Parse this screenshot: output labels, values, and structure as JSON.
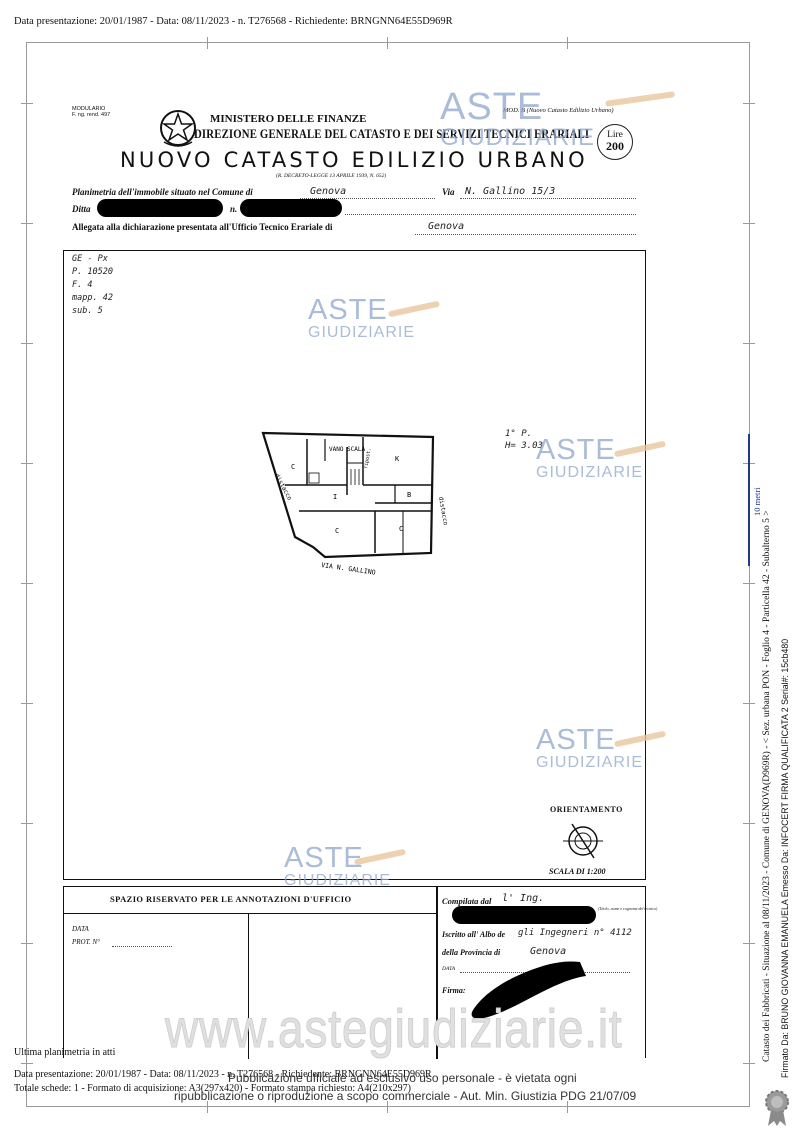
{
  "header": {
    "line": "Data presentazione: 20/01/1987 - Data: 08/11/2023 - n. T276568 - Richiedente: BRNGNN64E55D969R"
  },
  "form": {
    "modulario_l1": "MODULARIO",
    "modulario_l2": "F. ng. rend. 497",
    "ministry": "MINISTERO DELLE FINANZE",
    "direzione": "DIREZIONE GENERALE DEL CATASTO E DEI SERVIZI TECNICI ERARIALI",
    "title": "NUOVO CATASTO EDILIZIO URBANO",
    "decreto": "(R. DECRETO-LEGGE 13 APRILE 1939, N. 652)",
    "mod_b": "MOD. B (Nuovo Catasto Edilizio Urbano)",
    "lire_label": "Lire",
    "lire_value": "200",
    "planimetria_label": "Planimetria dell'immobile situato nel Comune di",
    "comune": "Genova",
    "via_label": "Via",
    "via_value": "N. Gallino 15/3",
    "ditta_label": "Ditta",
    "ditta_n": "n.",
    "allegata_label": "Allegata alla dichiarazione presentata all'Ufficio Tecnico Erariale di",
    "ufficio": "Genova"
  },
  "plan": {
    "ref_lines": [
      "GE - Px",
      "P. 10520",
      "F. 4",
      "mapp. 42",
      "sub. 5"
    ],
    "floor": "1° P.",
    "height": "H= 3.03",
    "labels": {
      "vano_scala": "VANO SCALA",
      "k": "K",
      "c": "C",
      "i": "I",
      "b": "B",
      "ripostiglio": "ripost.",
      "distacco_left": "distacco",
      "distacco_right": "distacco",
      "street": "VIA N. GALLINO"
    },
    "orientamento": "ORIENTAMENTO",
    "scala": "SCALA DI 1:200"
  },
  "notes": {
    "spazio": "SPAZIO RISERVATO PER LE ANNOTAZIONI D'UFFICIO",
    "data_label": "DATA",
    "prot_label": "PROT. N°",
    "compilata_label": "Compilata dal",
    "compilata_value": "l' Ing.",
    "servizio_note": "(Titolo, nome e cognome del tecnico)",
    "iscritto_label": "Iscritto all' Albo de",
    "iscritto_value": "gli Ingegneri n° 4112",
    "provincia_label": "della Provincia di",
    "provincia_value": "Genova",
    "data2_label": "DATA",
    "firma_label": "Firma:"
  },
  "watermarks": {
    "aste": "ASTE",
    "giudiziarie": "GIUDIZIARIE",
    "site": "www.astegiudiziarie.it"
  },
  "footer": {
    "ultima": "Ultima planimetria in atti",
    "line1": "Data presentazione: 20/01/1987 - Data: 08/11/2023 - n. T276568 - Richiedente: BRNGNN64E55D969R",
    "line2": "Totale schede: 1 - Formato di acquisizione: A3(297x420) - Formato stampa richiesto: A4(210x297)",
    "pub1": "Pubblicazione ufficiale ad esclusivo uso personale - è vietata ogni",
    "pub2": "ripubblicazione o riproduzione a scopo commerciale - Aut. Min. Giustizia PDG 21/07/09"
  },
  "side": {
    "catasto": "Catasto dei Fabbricati - Situazione al 08/11/2023 - Comune di GENOVA(D969R) - < Sez. urbana PON - Foglio 4 - Particella 42 - Subalterno 5 >",
    "firmato": "Firmato Da: BRUNO GIOVANNA EMANUELA Emesso Da: INFOCERT FIRMA QUALIFICATA 2 Serial#: 15cb480",
    "ruler": "10 metri"
  }
}
